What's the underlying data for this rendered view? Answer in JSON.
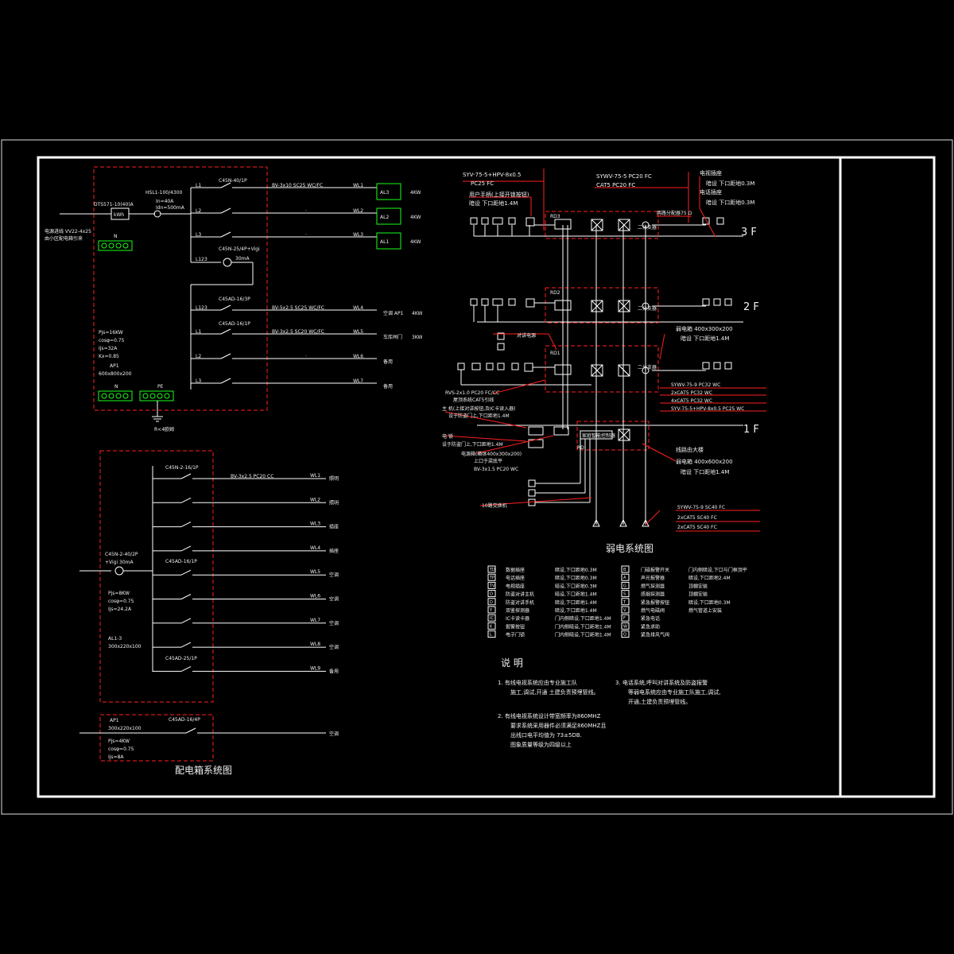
{
  "panel": {
    "meter": "DTS571-10(40)A",
    "meter_box": "kWh",
    "main_breaker": "HSL1-100/4300",
    "main_breaker_in": "In=40A",
    "main_breaker_idn": "Idn=500mA",
    "incoming_1": "电源进线 VV22-4x25",
    "incoming_2": "由小区配电箱引来",
    "n_bar": "N",
    "pe_bar": "PE",
    "earth": "R<4欧姆",
    "calc_pjs": "Pjs=16KW",
    "calc_cos": "cosφ=0.75",
    "calc_ijs": "Ijs=32A",
    "calc_kx": "Kx=0.85",
    "box_name": "AP1",
    "box_size": "600x800x200",
    "circuits": [
      {
        "breaker": "C45N-40/1P",
        "phase": "L1",
        "cable": "BV-3x10 SC25 WC/FC",
        "id": "WL1",
        "target": "AL3",
        "power": "4KW"
      },
      {
        "breaker": "",
        "phase": "L2",
        "cable": "·",
        "id": "WL2",
        "target": "AL2",
        "power": "4KW"
      },
      {
        "breaker": "",
        "phase": "L3",
        "cable": "·",
        "id": "WL3",
        "target": "AL1",
        "power": "4KW"
      },
      {
        "breaker": "C45AD-16/3P",
        "phase": "L123",
        "cable": "BV-5x2.5 SC25 WC/FC",
        "id": "WL4",
        "target": "空调 AP1",
        "power": "4KW"
      },
      {
        "breaker": "C45AD-16/1P",
        "phase": "L1",
        "cable": "BV-3x2.5 SC20 WC/FC",
        "id": "WL5",
        "target": "车库闸门",
        "power": "3KW"
      },
      {
        "breaker": "",
        "phase": "L2",
        "cable": "·",
        "id": "WL6",
        "target": "备用",
        "power": ""
      },
      {
        "breaker": "",
        "phase": "L3",
        "cable": "",
        "id": "WL7",
        "target": "备用",
        "power": ""
      }
    ],
    "rcd": "C45N-25/4P+Vigi",
    "rcd_ma": "30mA",
    "rcd_phase": "L123"
  },
  "floor_box": {
    "main": "C45N-2-40/2P",
    "main_rcd": "+Vigi 30mA",
    "pjs": "Pjs=8KW",
    "cos": "cosφ=0.75",
    "ijs": "Ijs=24.2A",
    "name": "AL1-3",
    "size": "300x220x100",
    "first_breaker": "C45N-2-16/1P",
    "first_cable": "BV-3x2.5 PC20 CC",
    "socket_breaker": "C45AD-16/1P",
    "ac_breaker": "C45AD-25/1P",
    "rows": [
      {
        "id": "WL1",
        "use": "照明"
      },
      {
        "id": "WL2",
        "use": "照明"
      },
      {
        "id": "WL3",
        "use": "插座"
      },
      {
        "id": "WL4",
        "use": "插座"
      },
      {
        "id": "WL5",
        "use": "空调"
      },
      {
        "id": "WL6",
        "use": "空调"
      },
      {
        "id": "WL7",
        "use": "空调"
      },
      {
        "id": "WL8",
        "use": "空调"
      },
      {
        "id": "WL9",
        "use": "备用"
      }
    ]
  },
  "ap1_box": {
    "name": "AP1",
    "size": "300x220x100",
    "breaker": "C45AD-16/4P",
    "pjs": "Pjs=4KW",
    "cos": "cosφ=0.75",
    "ijs": "Ijs=8A",
    "use": "空调"
  },
  "left_title": "配电箱系统图",
  "weak": {
    "title": "弱电系统图",
    "floors": [
      "3 F",
      "2 F",
      "1 F"
    ],
    "boxes": [
      "RD3",
      "RD2",
      "RD1",
      "RD"
    ],
    "top_cable1": "SYV-75-5+HPV-8x0.5",
    "top_cable1b": "PC25 FC",
    "top_cable2": "SYWV-75-5 PC20 FC",
    "top_cable3": "CAT5 PC20 FC",
    "handset_1": "用户手柄(上接开锁按钮)",
    "handset_2": "暗设 下口距地1.4M",
    "tv_1": "电视插座",
    "tv_2": "暗设 下口距地0.3M",
    "tel_1": "电话插座",
    "tel_2": "暗设 下口距地0.3M",
    "catv_amp": "两路分配器75 Ω",
    "distributor": "二分支器",
    "weak_box_1": "弱电箱 400x300x200",
    "weak_box_2": "暗设 下口距地1.4M",
    "floor_intercom": "对讲电源",
    "right_cables": [
      "SYWV-75-9 PC32 WC",
      "2xCAT5 PC32 WC",
      "4xCAT5 PC32 WC",
      "SYV-75-5+HPV-8x0.5 PC25 WC"
    ],
    "host_1": "主 机(上接对讲按钮,及IC卡读入器)",
    "host_2": "设于防盗门上,下口距地1.4M",
    "rvs": "RVS-2x1.0 PC20 FC/CC",
    "rvs2": "屋顶系统CAT5引线",
    "lock_1": "电 锁",
    "lock_2": "设于防盗门上,下口距地1.4M",
    "pbox_1": "电源箱(箱体400x300x200)",
    "pbox_2": "上口于梁底平",
    "pbox_3": "BV-3x1.5 PC20 WC",
    "sw_label": "10路交换机",
    "host_box": "家庭智能控制器",
    "main_label_1": "线路由大楼",
    "main_label_2": "弱电箱 400x600x200",
    "main_label_3": "暗设 下口距地1.4M",
    "bottom_cables": [
      "SYWV-75-9 SC40 FC",
      "2xCAT5 SC40 FC",
      "2xCAT5 SC40 FC"
    ]
  },
  "legend": {
    "items": [
      {
        "sym": "TD",
        "name": "数据插座",
        "note": "暗设,下口距地0.3M"
      },
      {
        "sym": "TP",
        "name": "电话插座",
        "note": "暗设,下口距地0.3M"
      },
      {
        "sym": "TV",
        "name": "电视插座",
        "note": "暗设,下口距地0.3M"
      },
      {
        "sym": "O",
        "name": "防盗对讲主机",
        "note": "暗设,下口距地1.4M"
      },
      {
        "sym": "D",
        "name": "防盗对讲手机",
        "note": "暗设,下口距地1.4M"
      },
      {
        "sym": "Y",
        "name": "双鉴探测器",
        "note": "暗设,下口距地1.4M"
      },
      {
        "sym": "IC",
        "name": "IC卡读卡器",
        "note": "门内侧暗设,下口距地1.4M"
      },
      {
        "sym": "K",
        "name": "报警按钮",
        "note": "门内侧暗设,下口距地1.4M"
      },
      {
        "sym": "L",
        "name": "电子门锁",
        "note": "门内侧暗设,下口距地1.4M"
      }
    ],
    "items2": [
      {
        "sym": "B",
        "name": "门磁报警开关",
        "note": "门内侧暗设,下口与门框顶平"
      },
      {
        "sym": "A",
        "name": "声光报警器",
        "note": "暗设,下口距地2.4M"
      },
      {
        "sym": "G",
        "name": "燃气探测器",
        "note": "顶棚安装"
      },
      {
        "sym": "S",
        "name": "感烟探测器",
        "note": "顶棚安装"
      },
      {
        "sym": "T",
        "name": "紧急报警按钮",
        "note": "暗设,下口距地0.3M"
      },
      {
        "sym": "V",
        "name": "燃气电磁阀",
        "note": "燃气管道上安装"
      },
      {
        "sym": "F",
        "name": "紧急电话",
        "note": ""
      },
      {
        "sym": "W",
        "name": "紧急求助",
        "note": ""
      },
      {
        "sym": "Q",
        "name": "紧急排风气阀",
        "note": ""
      }
    ]
  },
  "notes": {
    "heading": "说 明",
    "n1_1": "1.  有线电视系统应由专业施工队",
    "n1_2": "施工,调试,开通 土建负责预埋管线。",
    "n2_1": "2.  有线电视系统设计带宽频率为860MHZ",
    "n2_2": "要求系统采用器件必须满足860MHZ且",
    "n2_3": "出线口电平均值为 73±5DB.",
    "n2_4": "图象质量等级为四级以上",
    "n3_1": "3.  电话系统,呼叫对讲系统及防盗报警",
    "n3_2": "等弱电系统应由专业施工队施工,调试,",
    "n3_3": "开通,土建负责预埋管线。"
  }
}
